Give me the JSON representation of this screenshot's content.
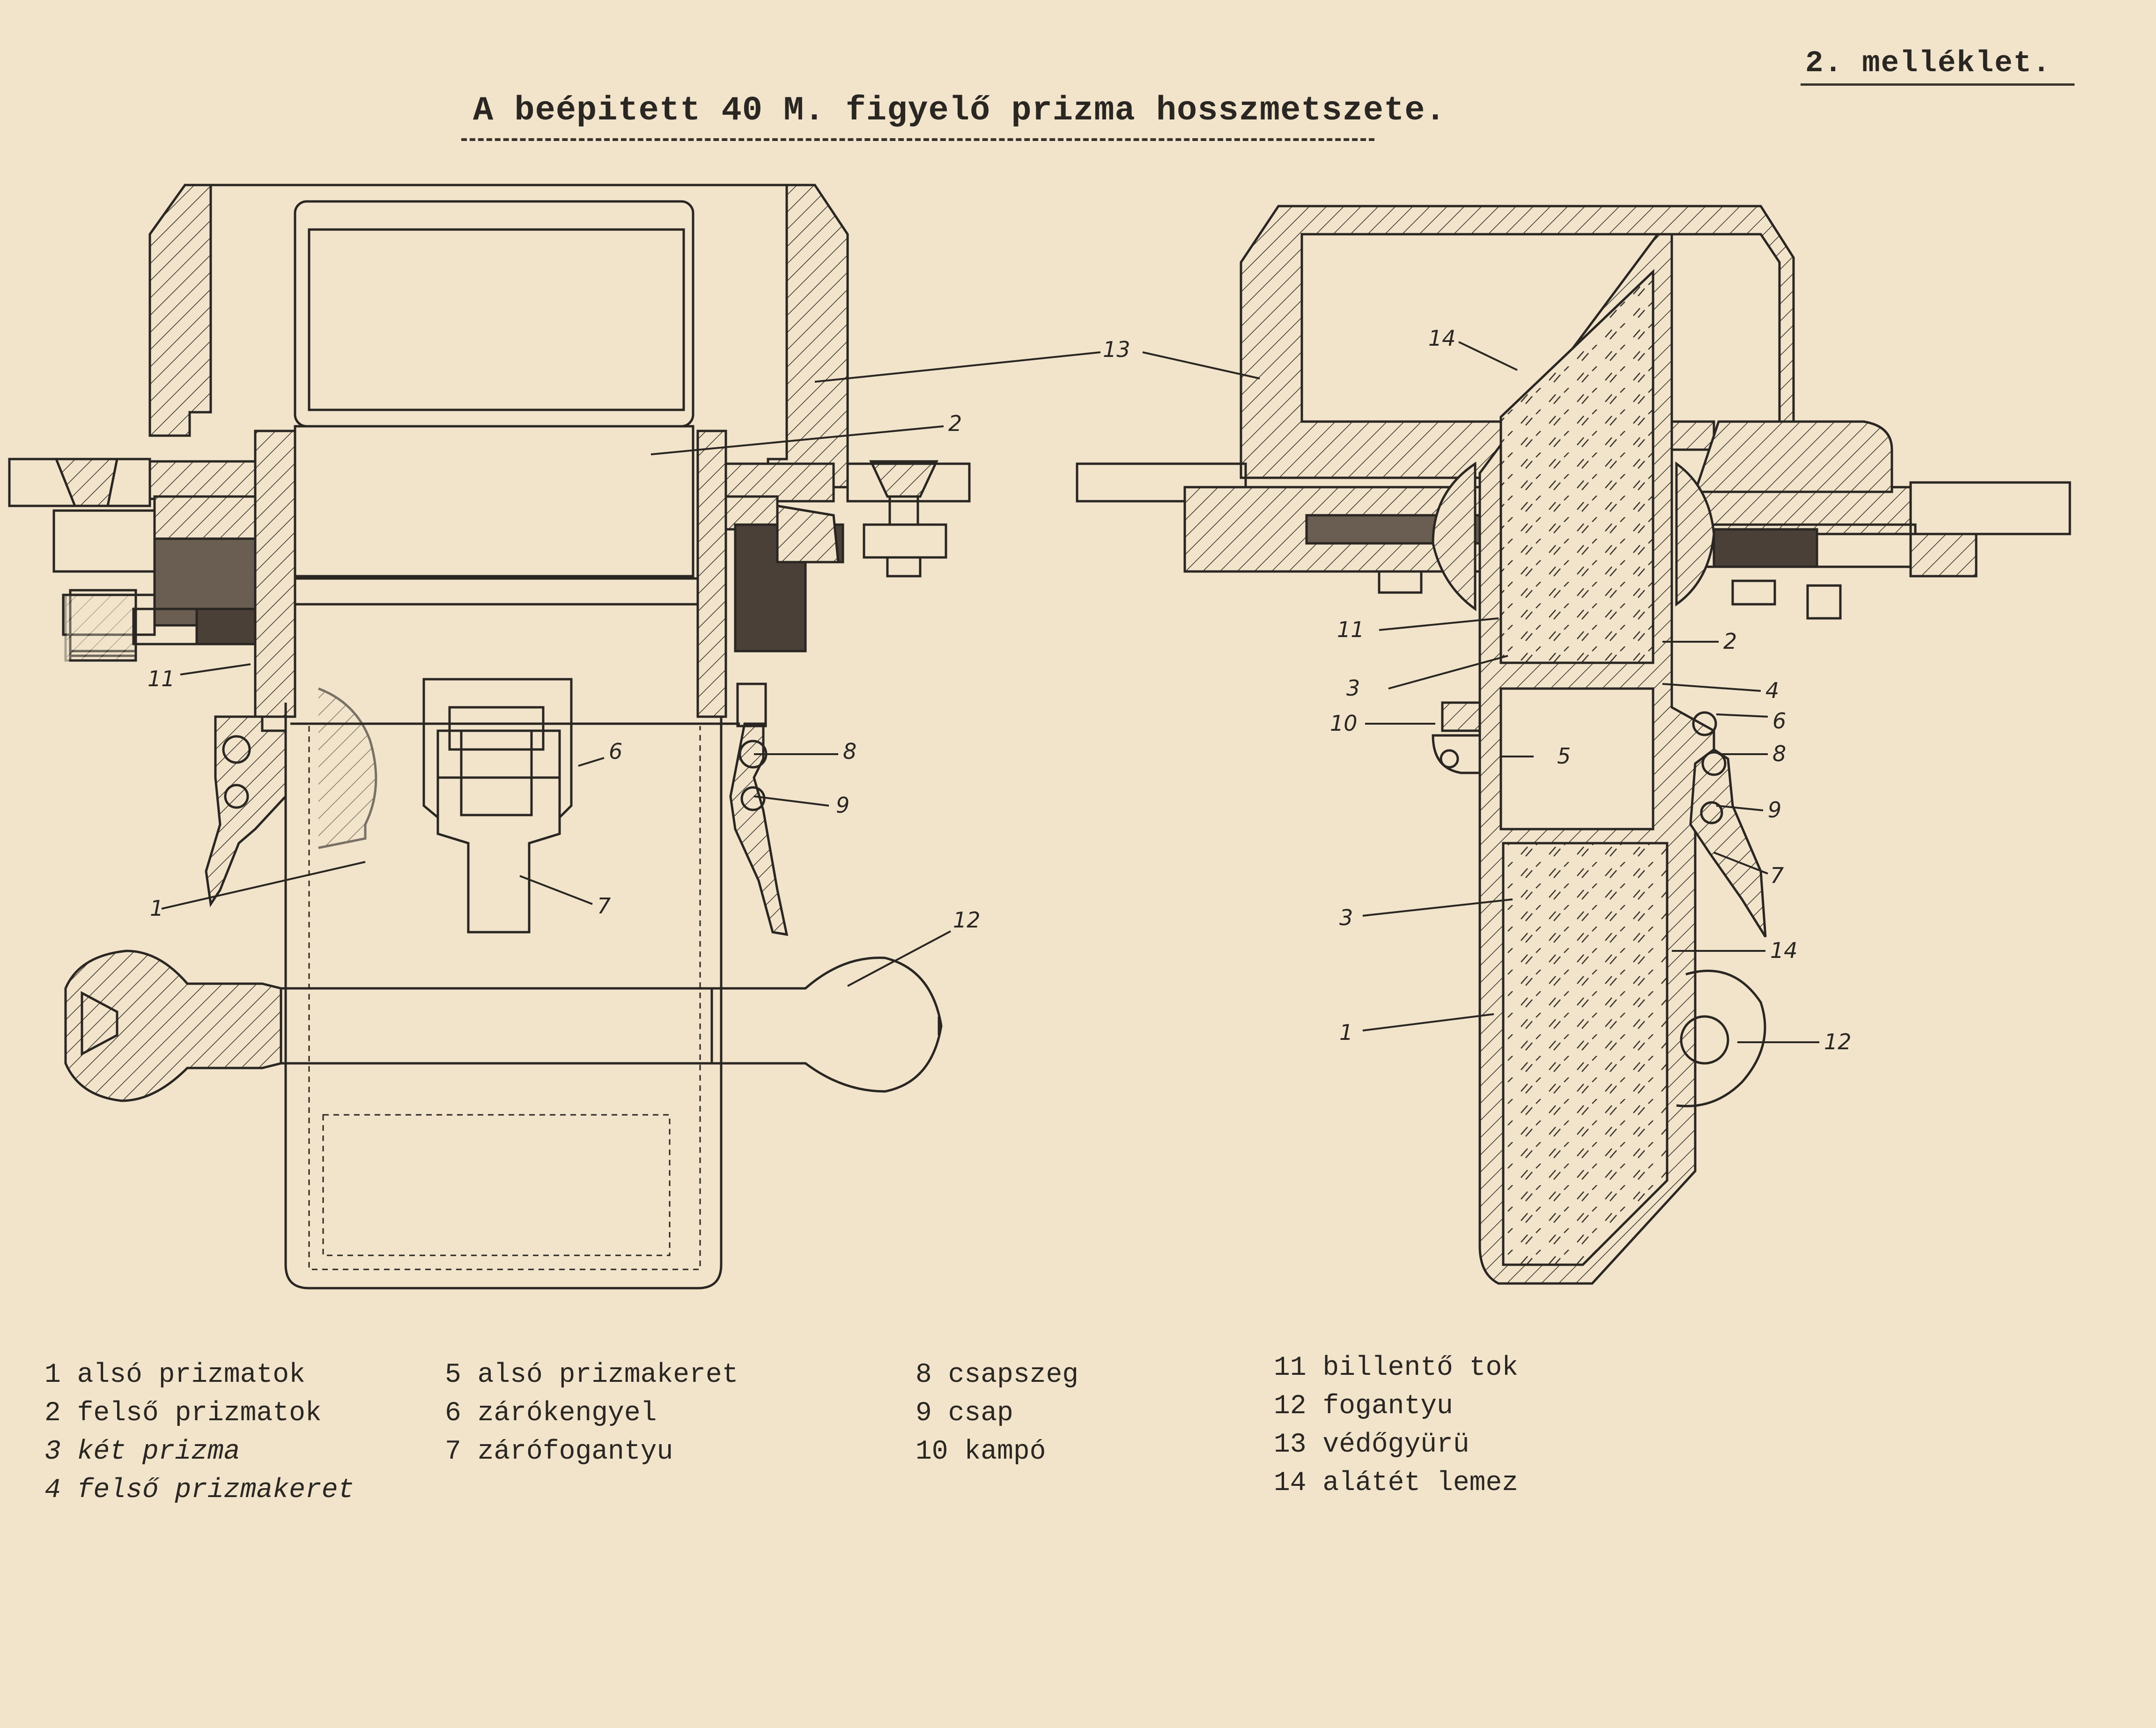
{
  "header": {
    "annex": "2. melléklet.",
    "title": "A beépitett 40 M. figyelő prizma hosszmetszete."
  },
  "callouts": {
    "front": {
      "n13": "13",
      "n2": "2",
      "n11": "11",
      "n6": "6",
      "n8": "8",
      "n9": "9",
      "n1": "1",
      "n7": "7",
      "n12": "12"
    },
    "side": {
      "n14a": "14",
      "n11": "11",
      "n2": "2",
      "n3a": "3",
      "n4": "4",
      "n10": "10",
      "n6": "6",
      "n5": "5",
      "n8": "8",
      "n9": "9",
      "n7": "7",
      "n3b": "3",
      "n14b": "14",
      "n1": "1",
      "n12": "12"
    }
  },
  "legend": {
    "col1": [
      "1 alsó prizmatok",
      "2 felső prizmatok",
      "3 két prizma",
      "4 felső prizmakeret"
    ],
    "col2": [
      "5 alsó prizmakeret",
      "6 zárókengyel",
      "7 zárófogantyu"
    ],
    "col3": [
      "8 csapszeg",
      "9 csap",
      "10 kampó"
    ],
    "col4": [
      "11 billentő tok",
      "12 fogantyu",
      "13 védőgyürü",
      "14 alátét lemez"
    ]
  },
  "colors": {
    "paper": "#f1e4cb",
    "ink": "#2a2622",
    "dark_fill": "#4a4038"
  }
}
